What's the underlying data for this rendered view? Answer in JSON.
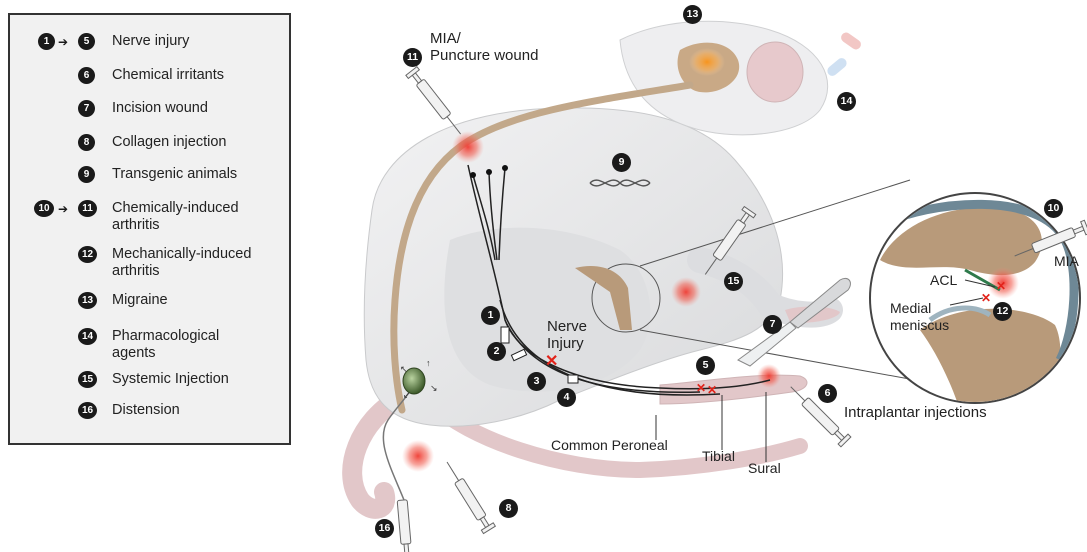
{
  "legend": {
    "items": [
      {
        "badge": "1",
        "badge_end": "5",
        "label": "Nerve injury"
      },
      {
        "badge": "6",
        "label": "Chemical irritants"
      },
      {
        "badge": "7",
        "label": "Incision wound"
      },
      {
        "badge": "8",
        "label": "Collagen injection"
      },
      {
        "badge": "9",
        "label": "Transgenic animals"
      },
      {
        "badge": "10",
        "badge_end": "11",
        "label": "Chemically-induced\narthritis"
      },
      {
        "badge": "12",
        "label": "Mechanically-induced\narthritis"
      },
      {
        "badge": "13",
        "label": "Migraine"
      },
      {
        "badge": "14",
        "label": "Pharmacological\nagents"
      },
      {
        "badge": "15",
        "label": "Systemic Injection"
      },
      {
        "badge": "16",
        "label": "Distension"
      }
    ]
  },
  "labels": {
    "mia_puncture": "MIA/\nPuncture wound",
    "nerve_injury": "Nerve\nInjury",
    "common_peroneal": "Common Peroneal",
    "tibial": "Tibial",
    "sural": "Sural",
    "intraplantar": "Intraplantar injections",
    "acl": "ACL",
    "mia": "MIA",
    "medial_meniscus": "Medial\nmeniscus"
  },
  "badges": {
    "b1": "1",
    "b2": "2",
    "b3": "3",
    "b4": "4",
    "b5": "5",
    "b6": "6",
    "b7": "7",
    "b8": "8",
    "b9": "9",
    "b10": "10",
    "b11": "11",
    "b12": "12",
    "b13": "13",
    "b14": "14",
    "b15": "15",
    "b16": "16"
  },
  "colors": {
    "body": "#e6e7e8",
    "body_shadow": "#cfd0d2",
    "tail": "#e2c7c9",
    "nerve_cord": "#c2a88a",
    "bone": "#b89a7a",
    "injection_glow": "#ef4a40",
    "brain_glow": "#f7941d",
    "badge": "#1a1a1a",
    "legend_bg": "#f1f1f1"
  }
}
